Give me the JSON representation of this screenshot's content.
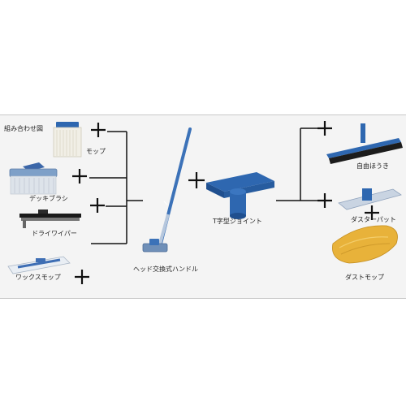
{
  "title": "組み合わせ図",
  "products": {
    "mop": "モップ",
    "deck_brush": "デッキブラシ",
    "dry_wiper": "ドライワイパー",
    "wax_mop": "ワックスモップ",
    "handle": "ヘッド交換式ハンドル",
    "t_joint": "T字型ジョイント",
    "broom": "自由ほうき",
    "duster_pad": "ダスターパット",
    "dust_mop": "ダストモップ"
  },
  "colors": {
    "handle_blue": "#3c72b8",
    "joint_blue": "#2e67b0",
    "dust_mop_yellow": "#e8b23a",
    "line": "#111111"
  }
}
